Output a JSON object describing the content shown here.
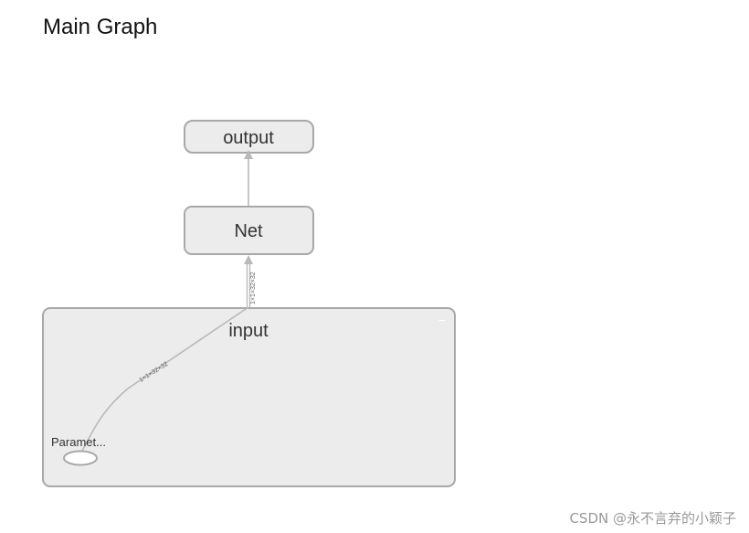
{
  "header": {
    "title": "Main Graph"
  },
  "graph": {
    "nodes": {
      "output": {
        "label": "output"
      },
      "net": {
        "label": "Net"
      },
      "input": {
        "label": "input",
        "collapse_glyph": "−"
      },
      "param": {
        "label": "Paramet..."
      }
    },
    "edges": {
      "input_to_net": {
        "label": "1×1×32×32"
      },
      "param_to_input": {
        "label": "1×1×32×32"
      }
    }
  },
  "watermark": {
    "text": "CSDN @永不言弃的小颖子"
  },
  "colors": {
    "node_fill": "#ececec",
    "node_stroke": "#a8a8a8",
    "edge": "#b8b8b8",
    "text": "#333333"
  }
}
